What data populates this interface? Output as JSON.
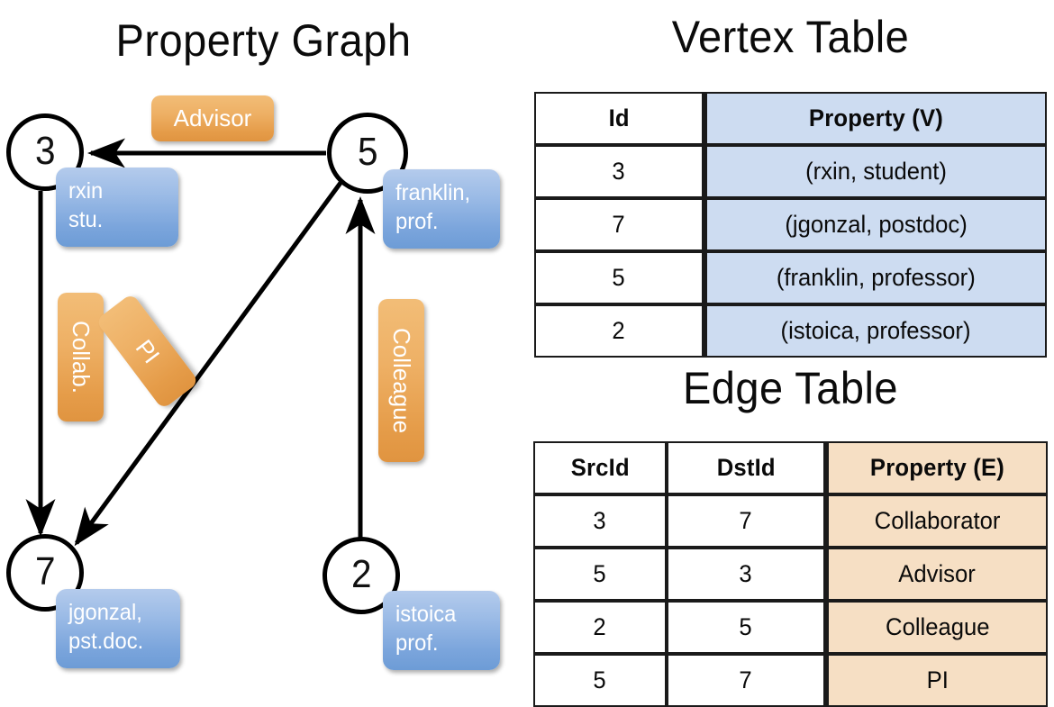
{
  "titles": {
    "property_graph": "Property Graph",
    "vertex_table": "Vertex Table",
    "edge_table": "Edge Table"
  },
  "graph": {
    "nodes": [
      {
        "id": "3",
        "prop_line1": "rxin",
        "prop_line2": "stu."
      },
      {
        "id": "5",
        "prop_line1": "franklin,",
        "prop_line2": "prof."
      },
      {
        "id": "7",
        "prop_line1": "jgonzal,",
        "prop_line2": "pst.doc."
      },
      {
        "id": "2",
        "prop_line1": "istoica",
        "prop_line2": "prof."
      }
    ],
    "edge_labels": {
      "advisor": "Advisor",
      "collab": "Collab.",
      "pi": "PI",
      "colleague": "Colleague"
    }
  },
  "vertex_table": {
    "headers": [
      "Id",
      "Property (V)"
    ],
    "rows": [
      {
        "id": "3",
        "property": "(rxin, student)"
      },
      {
        "id": "7",
        "property": "(jgonzal, postdoc)"
      },
      {
        "id": "5",
        "property": "(franklin, professor)"
      },
      {
        "id": "2",
        "property": "(istoica, professor)"
      }
    ]
  },
  "edge_table": {
    "headers": [
      "SrcId",
      "DstId",
      "Property (E)"
    ],
    "rows": [
      {
        "src": "3",
        "dst": "7",
        "property": "Collaborator"
      },
      {
        "src": "5",
        "dst": "3",
        "property": "Advisor"
      },
      {
        "src": "2",
        "dst": "5",
        "property": "Colleague"
      },
      {
        "src": "5",
        "dst": "7",
        "property": "PI"
      }
    ]
  },
  "colors": {
    "vertex_cell": "#cddcf1",
    "edge_cell": "#f6dfc4",
    "callout_blue": "#7ba5dc",
    "label_orange": "#eeb065",
    "stroke": "#000000",
    "background": "#ffffff"
  }
}
